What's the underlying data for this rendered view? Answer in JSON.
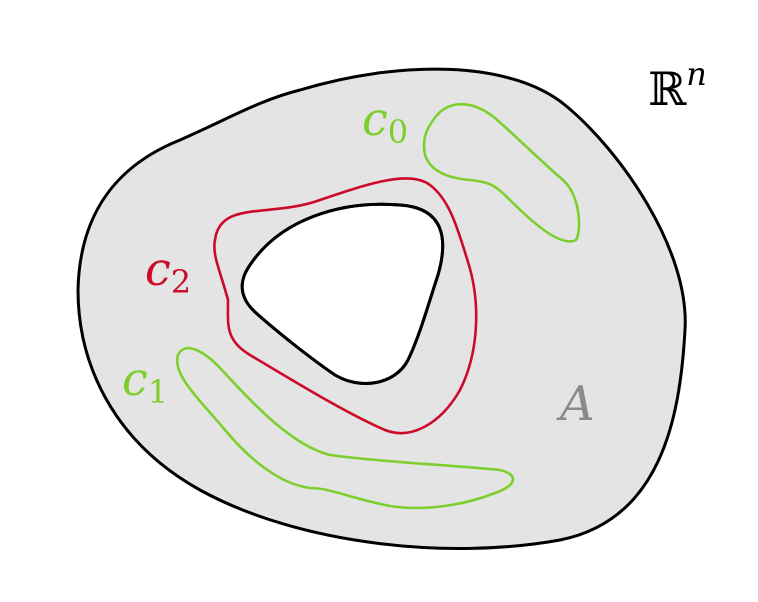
{
  "diagram": {
    "space": {
      "symbol": "ℝ",
      "exponent": "n",
      "color": "#000000"
    },
    "region": {
      "label": "A",
      "fill_color": "#e5e4e4",
      "stroke_color": "#000000",
      "label_color": "#8a8a8a"
    },
    "hole": {
      "fill_color": "#ffffff",
      "stroke_color": "#000000"
    },
    "curves": [
      {
        "id": "c0",
        "base": "c",
        "subscript": "0",
        "color": "#7ccf2c"
      },
      {
        "id": "c1",
        "base": "c",
        "subscript": "1",
        "color": "#7ccf2c"
      },
      {
        "id": "c2",
        "base": "c",
        "subscript": "2",
        "color": "#cc0a2c"
      }
    ]
  }
}
